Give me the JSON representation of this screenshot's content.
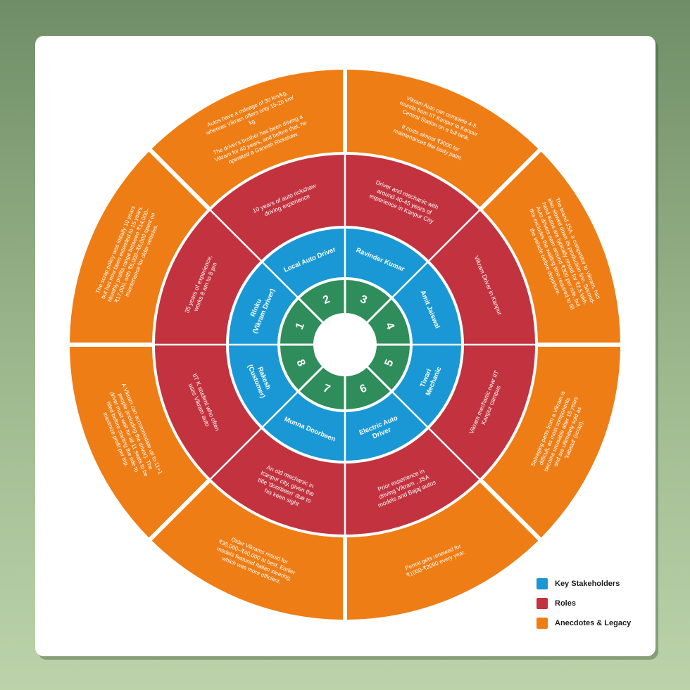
{
  "colors": {
    "stakeholder": "#1a98d5",
    "role": "#c3323f",
    "anecdote": "#ee7d15",
    "number": "#2f8d5b",
    "number_text": "#ffffff",
    "label_text": "#ffffff"
  },
  "segments": [
    {
      "number": "1",
      "stakeholder": [
        "Rinku",
        "(Vikram Driver)"
      ],
      "role": [
        "35 years of experience,",
        "works 8 am to 8 pm"
      ],
      "anecdote": [
        "The scrap policy was initially 10 years",
        "but has now been extended to 15 years.",
        "Monthly profits range between ₹14,000–",
        "₹17,000, with ₹5,000–₹6,000 spent on",
        "maintenance for older vehicles."
      ]
    },
    {
      "number": "2",
      "stakeholder": [
        "Local Auto Driver"
      ],
      "role": [
        "10 years of auto rickshaw",
        "driving experience"
      ],
      "anecdote": [
        "Autos have a mileage of 30 km/kg,",
        "whereas Vikram offers only 15-20 km/",
        "kg.",
        "",
        "The driver's brother has been driving a",
        "Vikram for 40 years, and before that, he",
        "operated a Ganesh Rickshaw."
      ]
    },
    {
      "number": "3",
      "stakeholder": [
        "Ravinder Kumar"
      ],
      "role": [
        "Driver and mechanic with",
        "around 40-45 years of",
        "experience in Kanpur City"
      ],
      "anecdote": [
        "Vikram Auto can complete 4-5",
        "rounds from IIT Kanpur to Kanpur",
        "Central Station on a full tank.",
        "",
        "It costs almost ₹3000 for",
        "maintenances like body paint."
      ]
    },
    {
      "number": "4",
      "stakeholder": [
        "Amit Jaiswal"
      ],
      "role": [
        "Vikram Driver in Kanpur"
      ],
      "anecdote": [
        "The brand JSA, a competitor to Vikram, has",
        "also slowed down its production line. Second-",
        "hand autos are typically resold for ₹2.5 lakh.",
        "Auto drivers earn around ₹300 per ride, but",
        "this excludes the waiting time required to fill",
        "the vehicle before departure."
      ]
    },
    {
      "number": "5",
      "stakeholder": [
        "Tiwari",
        "Mechanic"
      ],
      "role": [
        "Vikram mechanic near IIT",
        "Kanpur campus"
      ],
      "anecdote": [
        "Salvaging parts from a Vikram is",
        "difficult, as most components",
        "become unusable after 15 years",
        "and are ultimately sold as",
        "'kabaad' (scrap)."
      ]
    },
    {
      "number": "6",
      "stakeholder": [
        "Electric Auto",
        "Driver"
      ],
      "role": [
        "Prior experience in",
        "driving Vikram , JSA",
        "models and Bajaj autos"
      ],
      "anecdote": [
        "Permit gets renewed for",
        "₹1000-₹2000 every year."
      ]
    },
    {
      "number": "7",
      "stakeholder": [
        "Munna Doorbeen"
      ],
      "role": [
        "An old mechanic in",
        "Kanpur city, given the",
        "title 'doorbeen' due to",
        "his keen sight"
      ],
      "anecdote": [
        "Older Vikrams resold for",
        "₹35,000–₹40,000 at best. Earlier",
        "models featured Italian steering,",
        "which was more efficient."
      ]
    },
    {
      "number": "8",
      "stakeholder": [
        "Rakesh",
        "(Customer)"
      ],
      "role": [
        "IIT K student who often",
        "uses Vikram auto"
      ],
      "anecdote": [
        "A Vikram can accommodate up to 11+1",
        "people (including the driver). The",
        "driver must wait for all 11 seats to be",
        "filled before starting the ride to",
        "maximize profit per trip."
      ]
    }
  ],
  "legend": [
    {
      "label": "Key Stakeholders",
      "color": "#1a98d5"
    },
    {
      "label": "Roles",
      "color": "#c3323f"
    },
    {
      "label": "Anecdotes & Legacy",
      "color": "#ee7d15"
    }
  ]
}
